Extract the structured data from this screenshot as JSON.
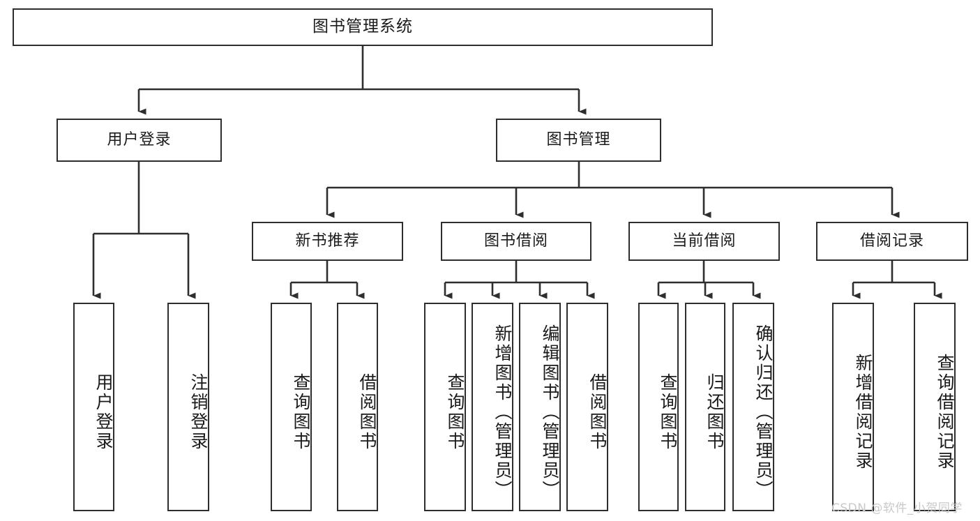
{
  "diagram": {
    "title": "图书管理系统",
    "watermark": "CSDN @软件_小贺同学",
    "edge_color": "#2e2e2e",
    "box_border_color": "#2e2e2e",
    "box_fill_color": "#ffffff",
    "text_color": "#1a1a1a",
    "watermark_color": "#c9c9c9"
  },
  "nodes": {
    "root": {
      "label": "图书管理系统"
    },
    "level2": [
      {
        "label": "用户登录"
      },
      {
        "label": "图书管理"
      }
    ],
    "level3": [
      {
        "label": "新书推荐"
      },
      {
        "label": "图书借阅"
      },
      {
        "label": "当前借阅"
      },
      {
        "label": "借阅记录"
      }
    ],
    "leaves": {
      "user_login": [
        {
          "label": "用户登录"
        },
        {
          "label": "注销登录"
        }
      ],
      "new_book_recommend": [
        {
          "label": "查询图书"
        },
        {
          "label": "借阅图书"
        }
      ],
      "book_borrow": [
        {
          "label": "查询图书"
        },
        {
          "label": "新增图书（管理员）"
        },
        {
          "label": "编辑图书（管理员）"
        },
        {
          "label": "借阅图书"
        }
      ],
      "current_borrow": [
        {
          "label": "查询图书"
        },
        {
          "label": "归还图书"
        },
        {
          "label": "确认归还（管理员）"
        }
      ],
      "borrow_record": [
        {
          "label": "新增借阅记录"
        },
        {
          "label": "查询借阅记录"
        }
      ]
    }
  }
}
